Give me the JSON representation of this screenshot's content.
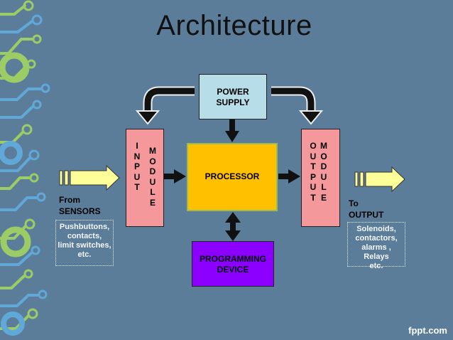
{
  "slide": {
    "title": "Architecture",
    "power_supply": [
      "POWER",
      "SUPPLY"
    ],
    "input_module_left": [
      "I",
      "N",
      "P",
      "U",
      "T"
    ],
    "input_module_right": [
      "M",
      "O",
      "D",
      "U",
      "L",
      "E"
    ],
    "output_module_left": [
      "O",
      "U",
      "T",
      "P",
      "U",
      "T"
    ],
    "output_module_right": [
      "M",
      "O",
      "D",
      "U",
      "L",
      "E"
    ],
    "processor": "PROCESSOR",
    "programming_device": [
      "PROGRAMMING",
      "DEVICE"
    ],
    "from_sensors": [
      "From",
      "SENSORS"
    ],
    "to_output": [
      "To",
      "OUTPUT"
    ],
    "input_examples": [
      "Pushbuttons,",
      "contacts,",
      "limit switches,",
      "etc."
    ],
    "output_examples": [
      "Solenoids,",
      "contactors,",
      "alarms ,",
      "Relays",
      "etc."
    ],
    "watermark": "fppt.com"
  },
  "colors": {
    "background": "#5c7d9a",
    "power_supply": "#b7dde8",
    "modules": "#f4989c",
    "processor": "#ffc000",
    "programming_device": "#8b00ff",
    "signal_arrow": "#ffff99",
    "decor_green": "#9ccc65",
    "decor_blue": "#5fa8d8"
  },
  "icons": [
    "circuit-trace-decoration",
    "curved-arrow",
    "block-arrow"
  ]
}
